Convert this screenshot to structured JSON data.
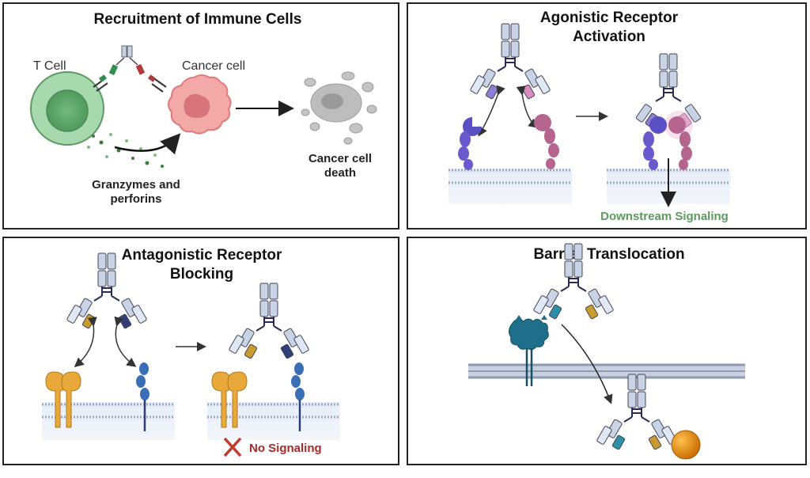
{
  "panels": {
    "recruitment": {
      "title": "Recruitment of Immune Cells",
      "t_cell_label": "T Cell",
      "cancer_cell_label": "Cancer cell",
      "granzymes_line1": "Granzymes and",
      "granzymes_line2": "perforins",
      "death_line1": "Cancer cell",
      "death_line2": "death"
    },
    "agonistic": {
      "title_line1": "Agonistic Receptor",
      "title_line2": "Activation",
      "downstream_label": "Downstream Signaling"
    },
    "antagonistic": {
      "title_line1": "Antagonistic Receptor",
      "title_line2": "Blocking",
      "no_signaling_label": "No Signaling"
    },
    "barrier": {
      "title": "Barrier Translocation"
    }
  },
  "colors": {
    "green_signal": "#5b9a5b",
    "red_signal": "#a52a2a",
    "antibody_heavy": "#c9d3e6",
    "antibody_light": "#dfe8f4",
    "receptor_blue": "#6a5acd",
    "receptor_pink": "#b5648d",
    "receptor_gold": "#e9a93a",
    "receptor_navy": "#3a6fb8",
    "teal_channel": "#1f6f8b",
    "orange_particle": "#e08a00"
  }
}
